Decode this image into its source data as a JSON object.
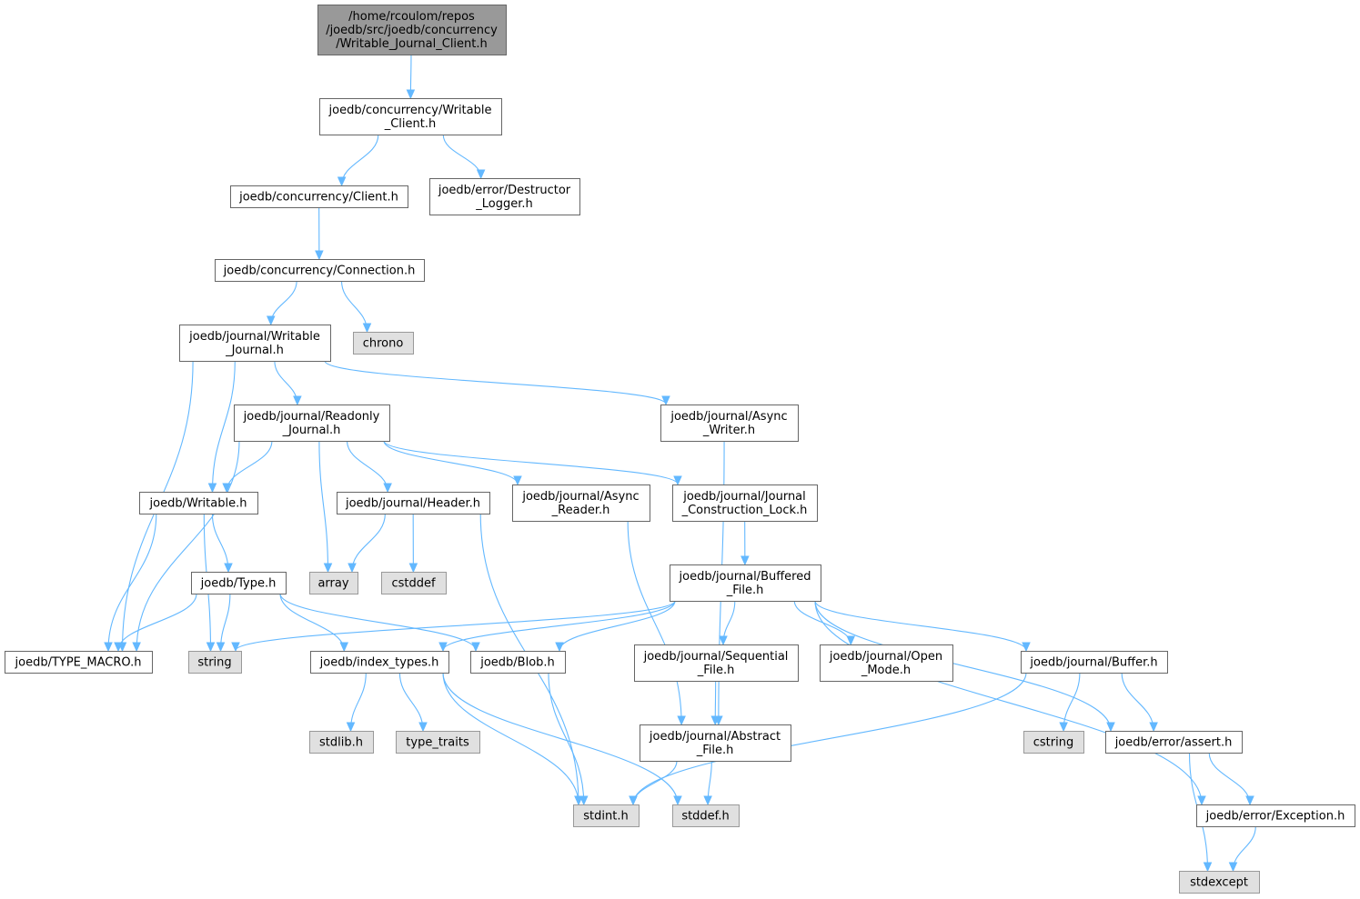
{
  "colors": {
    "root_fill": "#999999",
    "header_fill": "#ffffff",
    "header_stroke": "#666666",
    "system_fill": "#e0e0e0",
    "system_stroke": "#999999",
    "edge": "#63b8ff"
  },
  "nodes": [
    {
      "id": "root",
      "kind": "root",
      "lines": [
        "/home/rcoulom/repos",
        "/joedb/src/joedb/concurrency",
        "/Writable_Journal_Client.h"
      ]
    },
    {
      "id": "writable_client",
      "kind": "header",
      "lines": [
        "joedb/concurrency/Writable",
        "_Client.h"
      ]
    },
    {
      "id": "client",
      "kind": "header",
      "lines": [
        "joedb/concurrency/Client.h"
      ]
    },
    {
      "id": "destructor_logger",
      "kind": "header",
      "lines": [
        "joedb/error/Destructor",
        "_Logger.h"
      ]
    },
    {
      "id": "connection",
      "kind": "header",
      "lines": [
        "joedb/concurrency/Connection.h"
      ]
    },
    {
      "id": "writable_journal",
      "kind": "header",
      "lines": [
        "joedb/journal/Writable",
        "_Journal.h"
      ]
    },
    {
      "id": "chrono",
      "kind": "system",
      "lines": [
        "chrono"
      ]
    },
    {
      "id": "readonly_journal",
      "kind": "header",
      "lines": [
        "joedb/journal/Readonly",
        "_Journal.h"
      ]
    },
    {
      "id": "async_writer",
      "kind": "header",
      "lines": [
        "joedb/journal/Async",
        "_Writer.h"
      ]
    },
    {
      "id": "writable",
      "kind": "header",
      "lines": [
        "joedb/Writable.h"
      ]
    },
    {
      "id": "header_h",
      "kind": "header",
      "lines": [
        "joedb/journal/Header.h"
      ]
    },
    {
      "id": "async_reader",
      "kind": "header",
      "lines": [
        "joedb/journal/Async",
        "_Reader.h"
      ]
    },
    {
      "id": "journal_construction_lock",
      "kind": "header",
      "lines": [
        "joedb/journal/Journal",
        "_Construction_Lock.h"
      ]
    },
    {
      "id": "type_h",
      "kind": "header",
      "lines": [
        "joedb/Type.h"
      ]
    },
    {
      "id": "array",
      "kind": "system",
      "lines": [
        "array"
      ]
    },
    {
      "id": "cstddef",
      "kind": "system",
      "lines": [
        "cstddef"
      ]
    },
    {
      "id": "buffered_file",
      "kind": "header",
      "lines": [
        "joedb/journal/Buffered",
        "_File.h"
      ]
    },
    {
      "id": "type_macro",
      "kind": "header",
      "lines": [
        "joedb/TYPE_MACRO.h"
      ]
    },
    {
      "id": "string",
      "kind": "system",
      "lines": [
        "string"
      ]
    },
    {
      "id": "index_types",
      "kind": "header",
      "lines": [
        "joedb/index_types.h"
      ]
    },
    {
      "id": "blob",
      "kind": "header",
      "lines": [
        "joedb/Blob.h"
      ]
    },
    {
      "id": "sequential_file",
      "kind": "header",
      "lines": [
        "joedb/journal/Sequential",
        "_File.h"
      ]
    },
    {
      "id": "open_mode",
      "kind": "header",
      "lines": [
        "joedb/journal/Open",
        "_Mode.h"
      ]
    },
    {
      "id": "buffer",
      "kind": "header",
      "lines": [
        "joedb/journal/Buffer.h"
      ]
    },
    {
      "id": "stdlib",
      "kind": "system",
      "lines": [
        "stdlib.h"
      ]
    },
    {
      "id": "type_traits",
      "kind": "system",
      "lines": [
        "type_traits"
      ]
    },
    {
      "id": "abstract_file",
      "kind": "header",
      "lines": [
        "joedb/journal/Abstract",
        "_File.h"
      ]
    },
    {
      "id": "cstring",
      "kind": "system",
      "lines": [
        "cstring"
      ]
    },
    {
      "id": "assert_h",
      "kind": "header",
      "lines": [
        "joedb/error/assert.h"
      ]
    },
    {
      "id": "stdint",
      "kind": "system",
      "lines": [
        "stdint.h"
      ]
    },
    {
      "id": "stddef",
      "kind": "system",
      "lines": [
        "stddef.h"
      ]
    },
    {
      "id": "exception",
      "kind": "header",
      "lines": [
        "joedb/error/Exception.h"
      ]
    },
    {
      "id": "stdexcept",
      "kind": "system",
      "lines": [
        "stdexcept"
      ]
    }
  ],
  "edges": [
    [
      "root",
      "writable_client"
    ],
    [
      "writable_client",
      "client"
    ],
    [
      "writable_client",
      "destructor_logger"
    ],
    [
      "client",
      "connection"
    ],
    [
      "connection",
      "writable_journal"
    ],
    [
      "connection",
      "chrono"
    ],
    [
      "writable_journal",
      "readonly_journal"
    ],
    [
      "writable_journal",
      "async_writer"
    ],
    [
      "writable_journal",
      "writable"
    ],
    [
      "writable_journal",
      "type_macro"
    ],
    [
      "readonly_journal",
      "writable"
    ],
    [
      "readonly_journal",
      "header_h"
    ],
    [
      "readonly_journal",
      "async_reader"
    ],
    [
      "readonly_journal",
      "journal_construction_lock"
    ],
    [
      "readonly_journal",
      "array"
    ],
    [
      "readonly_journal",
      "type_macro"
    ],
    [
      "async_writer",
      "abstract_file"
    ],
    [
      "writable",
      "type_h"
    ],
    [
      "writable",
      "type_macro"
    ],
    [
      "writable",
      "string"
    ],
    [
      "header_h",
      "array"
    ],
    [
      "header_h",
      "cstddef"
    ],
    [
      "header_h",
      "stdint"
    ],
    [
      "async_reader",
      "abstract_file"
    ],
    [
      "journal_construction_lock",
      "buffered_file"
    ],
    [
      "type_h",
      "type_macro"
    ],
    [
      "type_h",
      "string"
    ],
    [
      "type_h",
      "index_types"
    ],
    [
      "type_h",
      "blob"
    ],
    [
      "buffered_file",
      "string"
    ],
    [
      "buffered_file",
      "index_types"
    ],
    [
      "buffered_file",
      "blob"
    ],
    [
      "buffered_file",
      "sequential_file"
    ],
    [
      "buffered_file",
      "open_mode"
    ],
    [
      "buffered_file",
      "buffer"
    ],
    [
      "buffered_file",
      "assert_h"
    ],
    [
      "buffered_file",
      "exception"
    ],
    [
      "index_types",
      "stdlib"
    ],
    [
      "index_types",
      "type_traits"
    ],
    [
      "index_types",
      "stdint"
    ],
    [
      "index_types",
      "stddef"
    ],
    [
      "blob",
      "stdint"
    ],
    [
      "sequential_file",
      "abstract_file"
    ],
    [
      "buffer",
      "cstring"
    ],
    [
      "buffer",
      "assert_h"
    ],
    [
      "buffer",
      "stdint"
    ],
    [
      "abstract_file",
      "stdint"
    ],
    [
      "abstract_file",
      "stddef"
    ],
    [
      "assert_h",
      "exception"
    ],
    [
      "assert_h",
      "stdexcept"
    ],
    [
      "exception",
      "stdexcept"
    ]
  ]
}
